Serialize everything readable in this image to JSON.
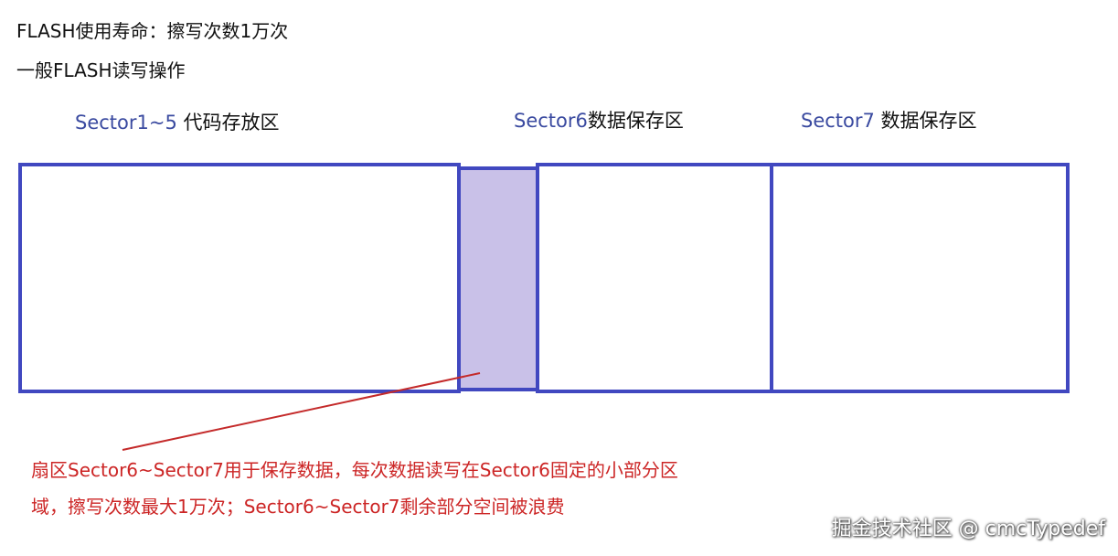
{
  "header": {
    "line1": "FLASH使用寿命：擦写次数1万次",
    "line2": "一般FLASH读写操作"
  },
  "sectors": {
    "code": {
      "name": "Sector1~5",
      "desc": " 代码存放区"
    },
    "s6": {
      "name": "Sector6",
      "desc": "数据保存区"
    },
    "s7": {
      "name": "Sector7",
      "desc": " 数据保存区"
    }
  },
  "note": {
    "line1": "扇区Sector6~Sector7用于保存数据，每次数据读写在Sector6固定的小部分区",
    "line2": "域，擦写次数最大1万次；Sector6~Sector7剩余部分空间被浪费"
  },
  "watermark": "掘金技术社区 @ cmcTypedef",
  "colors": {
    "box_border": "#4148c0",
    "used_fill": "#c9c1e8",
    "note_red": "#cc2525",
    "sector_blue": "#3a4aa0"
  }
}
